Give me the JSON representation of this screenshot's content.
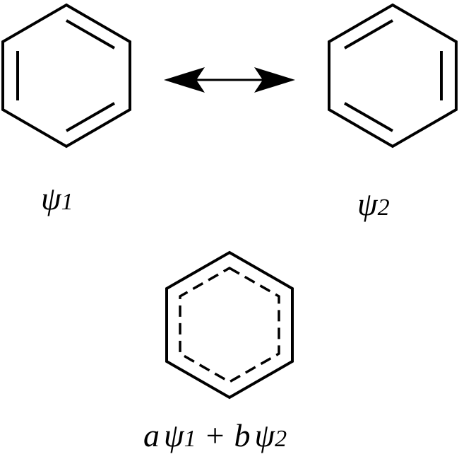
{
  "structures": {
    "kekule_1": {
      "label_main": "ψ",
      "label_sub": "1"
    },
    "kekule_2": {
      "label_main": "ψ",
      "label_sub": "2"
    },
    "hybrid": {
      "coef_a": "a",
      "psi_1": "ψ",
      "sub_1": "1",
      "plus": "+",
      "coef_b": "b",
      "psi_2": "ψ",
      "sub_2": "2"
    }
  },
  "colors": {
    "stroke": "#000000",
    "background": "#ffffff"
  }
}
